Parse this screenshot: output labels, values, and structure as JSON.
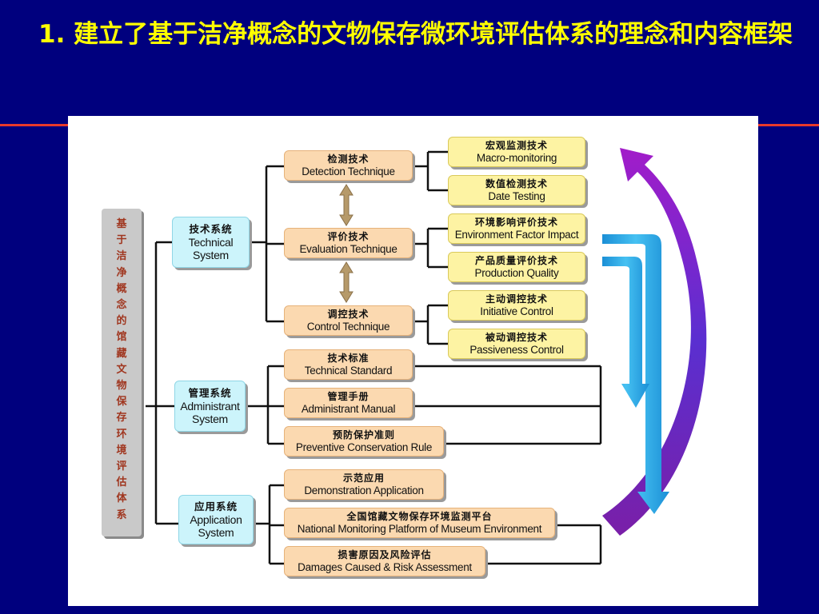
{
  "slide": {
    "title": "1. 建立了基于洁净概念的文物保存微环境评估体系的理念和内容框架"
  },
  "diagram": {
    "root": {
      "zh_chars": [
        "基",
        "于",
        "洁",
        "净",
        "概",
        "念",
        "的",
        "馆",
        "藏",
        "文",
        "物",
        "保",
        "存",
        "环",
        "境",
        "评",
        "估",
        "体",
        "系"
      ]
    },
    "systems": [
      {
        "zh": "技术系统",
        "en_lines": [
          "Technical",
          "System"
        ]
      },
      {
        "zh": "管理系统",
        "en_lines": [
          "Administrant",
          "System"
        ]
      },
      {
        "zh": "应用系统",
        "en_lines": [
          "Application",
          "System"
        ]
      }
    ],
    "techniques": [
      {
        "zh": "检测技术",
        "en": "Detection Technique"
      },
      {
        "zh": "评价技术",
        "en": "Evaluation Technique"
      },
      {
        "zh": "调控技术",
        "en": "Control Technique"
      }
    ],
    "technique_details": [
      {
        "zh": "宏观监测技术",
        "en": "Macro-monitoring"
      },
      {
        "zh": "数值检测技术",
        "en": "Date Testing"
      },
      {
        "zh": "环境影响评价技术",
        "en": "Environment Factor Impact"
      },
      {
        "zh": "产品质量评价技术",
        "en": "Production Quality"
      },
      {
        "zh": "主动调控技术",
        "en": "Initiative Control"
      },
      {
        "zh": "被动调控技术",
        "en": "Passiveness Control"
      }
    ],
    "management_items": [
      {
        "zh": "技术标准",
        "en": "Technical Standard"
      },
      {
        "zh": "管理手册",
        "en": "Administrant Manual"
      },
      {
        "zh": "预防保护准则",
        "en": "Preventive Conservation Rule"
      }
    ],
    "application_items": [
      {
        "zh": "示范应用",
        "en": "Demonstration Application"
      },
      {
        "zh": "全国馆藏文物保存环境监测平台",
        "en": "National Monitoring Platform of Museum Environment"
      },
      {
        "zh": "损害原因及风险评估",
        "en": "Damages Caused & Risk Assessment"
      }
    ],
    "colors": {
      "background": "#00007e",
      "title": "#ffff00",
      "rule": "#e8392b",
      "technique_box": "#fbd9b0",
      "detail_box": "#fdf3a3",
      "system_box": "#ccf4fb",
      "root_box": "#c9c9c9",
      "root_text": "#a0361f",
      "arrow_purple": "#7a1fa8",
      "arrow_cyan": "#29a9e8"
    }
  }
}
